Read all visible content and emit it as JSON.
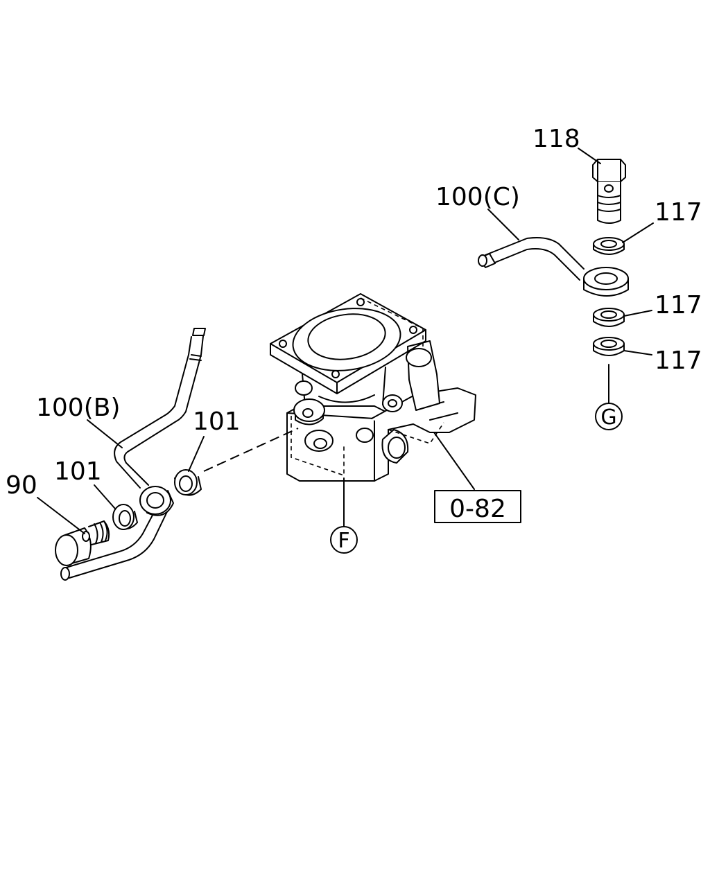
{
  "callouts": {
    "bolt_118": "118",
    "pipe_c": "100(C)",
    "washer_117_top": "117",
    "washer_117_mid": "117",
    "washer_117_bot": "117",
    "ref_g": "G",
    "pipe_b": "100(B)",
    "gasket_101_right": "101",
    "gasket_101_left": "101",
    "bolt_90": "90",
    "ref_f": "F",
    "ref_box": "0-82"
  }
}
